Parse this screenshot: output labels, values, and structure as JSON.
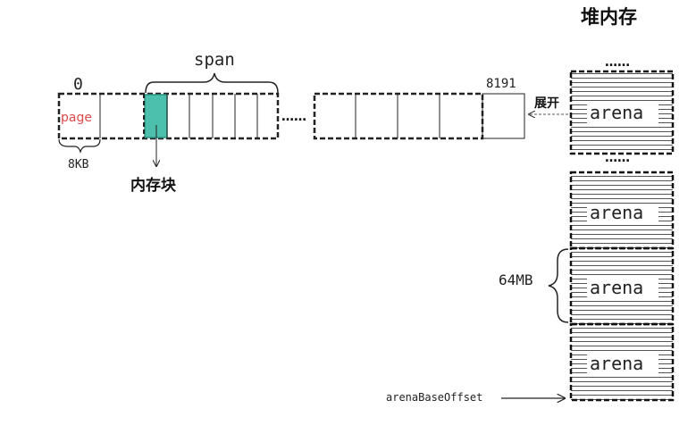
{
  "heap_title": "堆内存",
  "span_label": "span",
  "page_start_index": "0",
  "page_end_index": "8191",
  "page_label": "page",
  "page_size_label": "8KB",
  "memory_block_label": "内存块",
  "ellipsis_middle": "……",
  "expand_label": "展开",
  "ellipsis_top": "……",
  "ellipsis_mid": "……",
  "arena_label": "arena",
  "arena_size_label": "64MB",
  "arena_base_offset_label": "arenaBaseOffset",
  "colors": {
    "memory_block_fill": "#4dbfad",
    "page_label": "#e04848",
    "stroke": "#222222",
    "arena_hatch": "#555555"
  }
}
